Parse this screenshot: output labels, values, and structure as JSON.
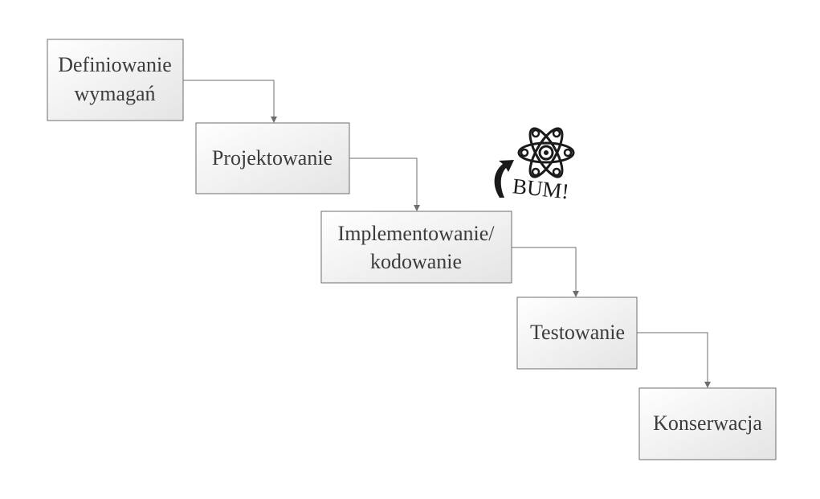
{
  "steps": [
    {
      "id": "requirements",
      "lines": [
        "Definiowanie",
        "wymagań"
      ]
    },
    {
      "id": "design",
      "lines": [
        "Projektowanie"
      ]
    },
    {
      "id": "implementation",
      "lines": [
        "Implementowanie/",
        "kodowanie"
      ]
    },
    {
      "id": "testing",
      "lines": [
        "Testowanie"
      ]
    },
    {
      "id": "maintenance",
      "lines": [
        "Konserwacja"
      ]
    }
  ],
  "annotation": {
    "text": "BUM!",
    "icon": "atom-icon",
    "arrow_icon": "curved-arrow-icon"
  },
  "colors": {
    "box_border": "#6e6e6e",
    "box_fill_top": "#ffffff",
    "box_fill_bottom": "#e6e6e6",
    "text": "#3c3c3c"
  }
}
